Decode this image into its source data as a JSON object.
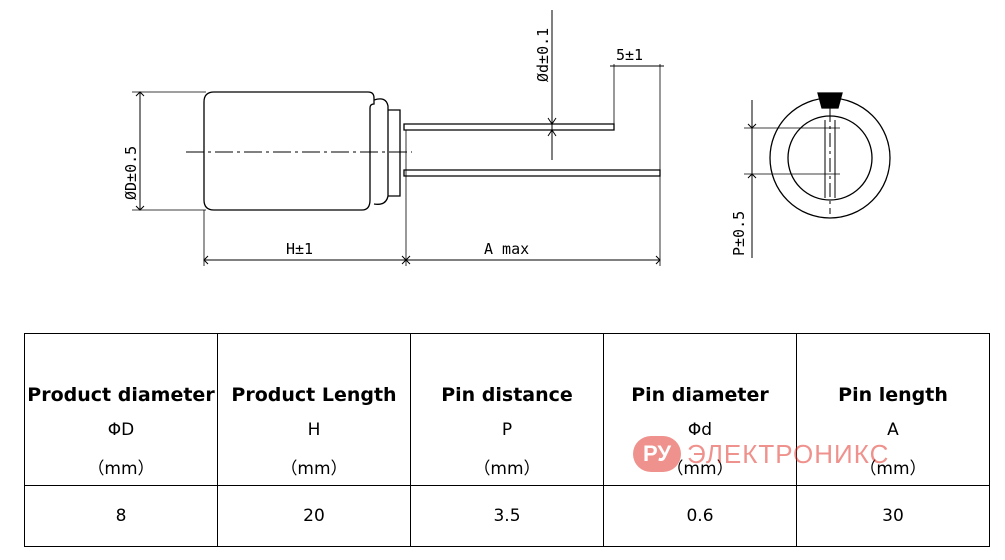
{
  "drawing": {
    "label_diameter": "ØD±0.5",
    "label_length": "H±1",
    "label_lead_length": "A max",
    "label_pin_diameter": "Ød±0.1",
    "label_pin_offset": "5±1",
    "label_pin_distance": "P±0.5"
  },
  "table": {
    "columns": [
      {
        "name": "Product diameter",
        "symbol": "ΦD",
        "unit": "（mm）",
        "value": "8"
      },
      {
        "name": "Product Length",
        "symbol": "H",
        "unit": "（mm）",
        "value": "20"
      },
      {
        "name": "Pin distance",
        "symbol": "P",
        "unit": "（mm）",
        "value": "3.5"
      },
      {
        "name": "Pin diameter",
        "symbol": "Φd",
        "unit": "（mm）",
        "value": "0.6"
      },
      {
        "name": "Pin length",
        "symbol": "A",
        "unit": "（mm）",
        "value": "30"
      }
    ]
  },
  "watermark": {
    "logo_text": "РУ",
    "brand_text": "ЭЛЕКТРОНИКС",
    "color": "#e0251b"
  }
}
